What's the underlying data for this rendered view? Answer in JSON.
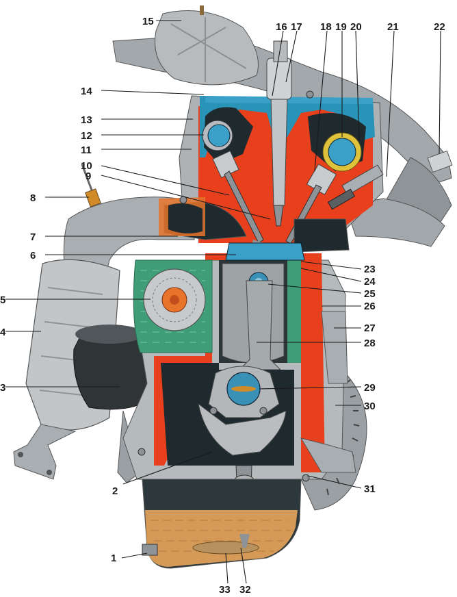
{
  "labels": [
    "1",
    "2",
    "3",
    "4",
    "5",
    "6",
    "7",
    "8",
    "9",
    "10",
    "11",
    "12",
    "13",
    "14",
    "15",
    "16",
    "17",
    "18",
    "19",
    "20",
    "21",
    "22",
    "23",
    "24",
    "25",
    "26",
    "27",
    "28",
    "29",
    "30",
    "31",
    "32",
    "33"
  ],
  "colors": {
    "metal": "#b9bdc0",
    "metal_dark": "#7d8286",
    "cut_red": "#e8401c",
    "cut_orange": "#e8742c",
    "coolant": "#3aa0c8",
    "coolant_green": "#3f9e78",
    "oil": "#d59a57",
    "dark_cavity": "#1f2a2e"
  }
}
